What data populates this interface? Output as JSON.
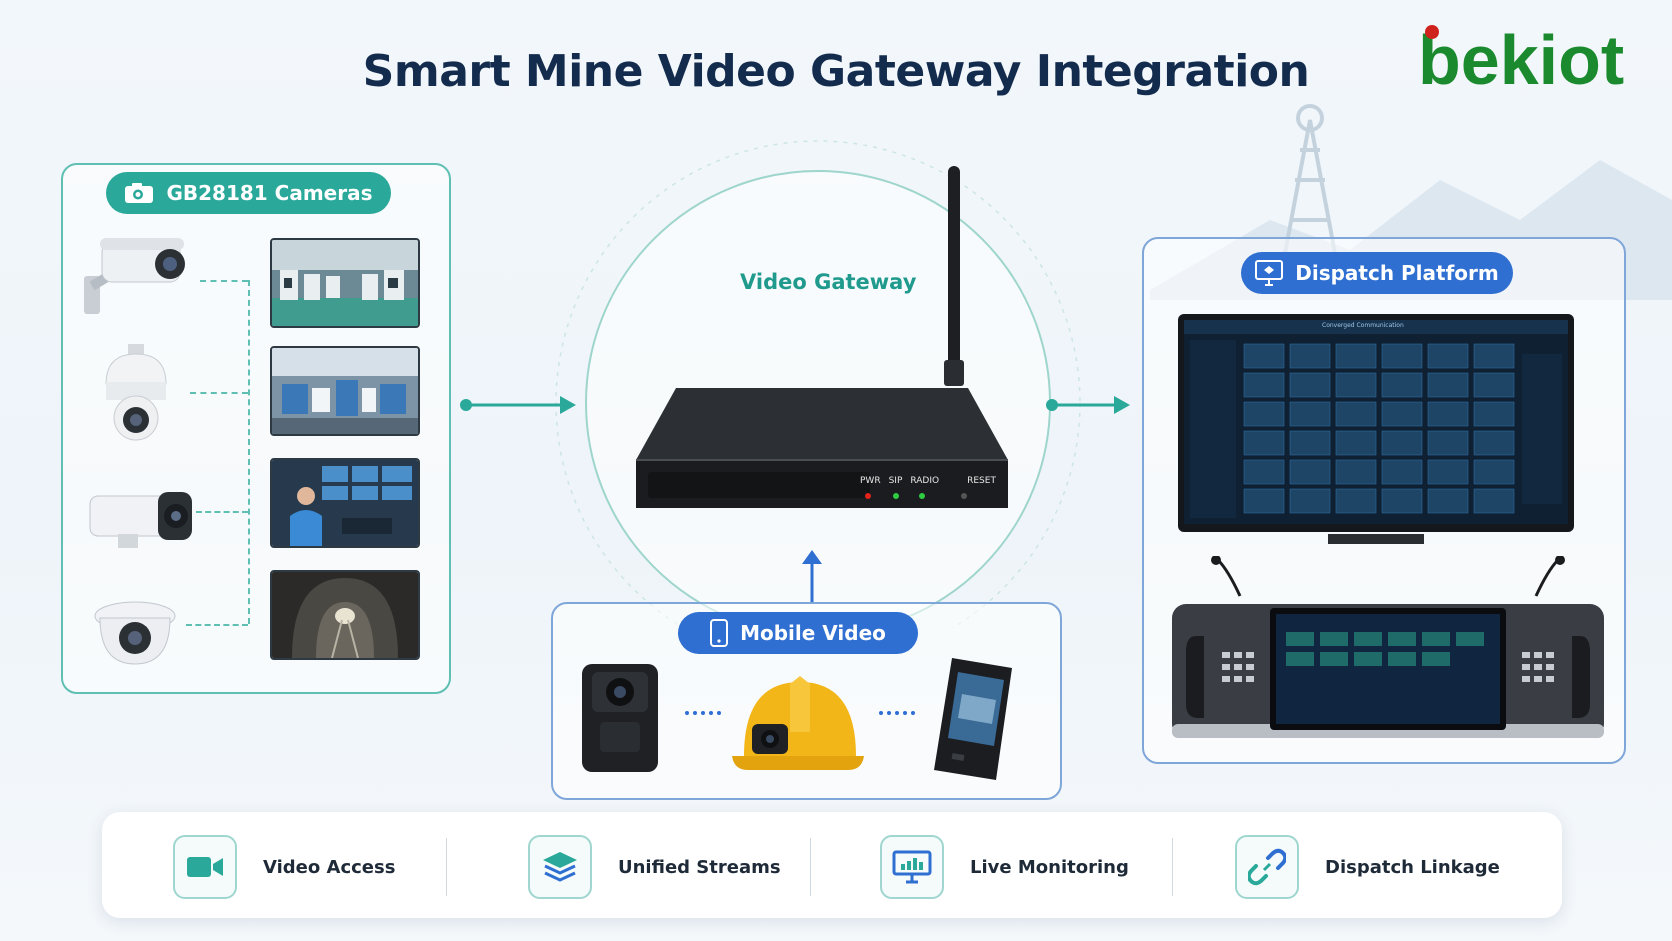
{
  "title": "Smart Mine Video Gateway Integration",
  "brand": {
    "name": "bekiot",
    "primary_color": "#1b8a2e",
    "accent_color": "#d0221c"
  },
  "cameras_panel": {
    "label": "GB28181 Cameras",
    "icon": "camera-icon"
  },
  "gateway": {
    "label": "Video Gateway",
    "ports": [
      "PWR",
      "SIP",
      "RADIO",
      "RESET"
    ]
  },
  "mobile_panel": {
    "label": "Mobile Video",
    "icon": "mobile-phone-icon"
  },
  "dispatch_panel": {
    "label": "Dispatch Platform",
    "icon": "monitor-icon",
    "screen_title": "Converged Communication"
  },
  "features": [
    {
      "label": "Video Access",
      "icon": "video-camera-icon"
    },
    {
      "label": "Unified Streams",
      "icon": "layers-icon"
    },
    {
      "label": "Live Monitoring",
      "icon": "monitor-chart-icon"
    },
    {
      "label": "Dispatch Linkage",
      "icon": "link-icon"
    }
  ],
  "colors": {
    "teal": "#2aa99a",
    "blue": "#2f6fd1",
    "title": "#132b4d"
  }
}
